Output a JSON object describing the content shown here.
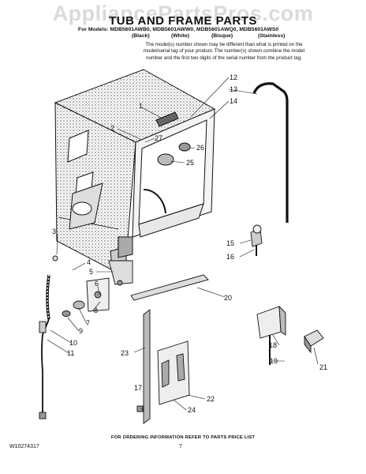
{
  "watermark": "AppliancePartsPros.com",
  "header": {
    "title": "TUB AND FRAME PARTS",
    "models_line": "For Models: MDB5601AWB0, MDB5601AWW0, MDB5601AWQ0, MDB5601AWS0",
    "colors": [
      "(Black)",
      "(White)",
      "(Bisque)",
      "(Stainless)"
    ]
  },
  "note": "The model(s) number shown may be different than what is printed on the model/serial tag of your product. The number(s) shown combine the model number and the first two digits of the serial number from the product tag.",
  "callouts": [
    "1",
    "2",
    "3",
    "4",
    "5",
    "6",
    "7",
    "8",
    "9",
    "10",
    "11",
    "12",
    "13",
    "14",
    "15",
    "16",
    "17",
    "18",
    "19",
    "20",
    "21",
    "22",
    "23",
    "24",
    "25",
    "26",
    "27"
  ],
  "footer": {
    "ordering": "FOR ORDERING INFORMATION REFER TO PARTS PRICE LIST",
    "doc_number": "W10274317",
    "page_number": "7"
  }
}
